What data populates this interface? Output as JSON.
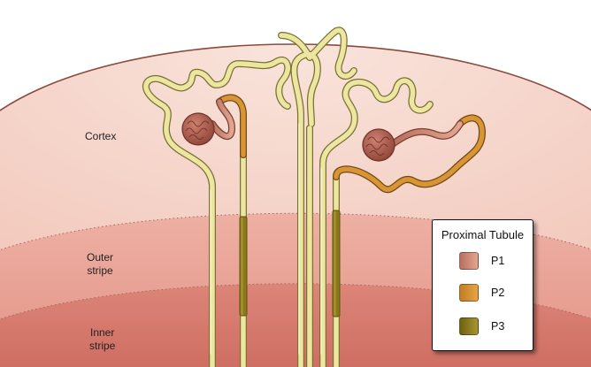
{
  "zones": {
    "cortex": "Cortex",
    "outer_stripe": [
      "Outer",
      "stripe"
    ],
    "inner_stripe": [
      "Inner",
      "stripe"
    ]
  },
  "legend": {
    "title": "Proximal Tubule",
    "items": [
      {
        "label": "P1",
        "color": "#c98a7a"
      },
      {
        "label": "P2",
        "color": "#d4902e"
      },
      {
        "label": "P3",
        "color": "#8a7a1c"
      }
    ]
  },
  "colors": {
    "cortex_bg": "#f6d7cd",
    "outer_stripe_bg": "#eaa397",
    "inner_stripe_bg": "#d87b6f",
    "capsule_edge": "#8a4a3c",
    "tubule_yellow": "#e8e08a",
    "glomerulus": "#a9584a"
  }
}
